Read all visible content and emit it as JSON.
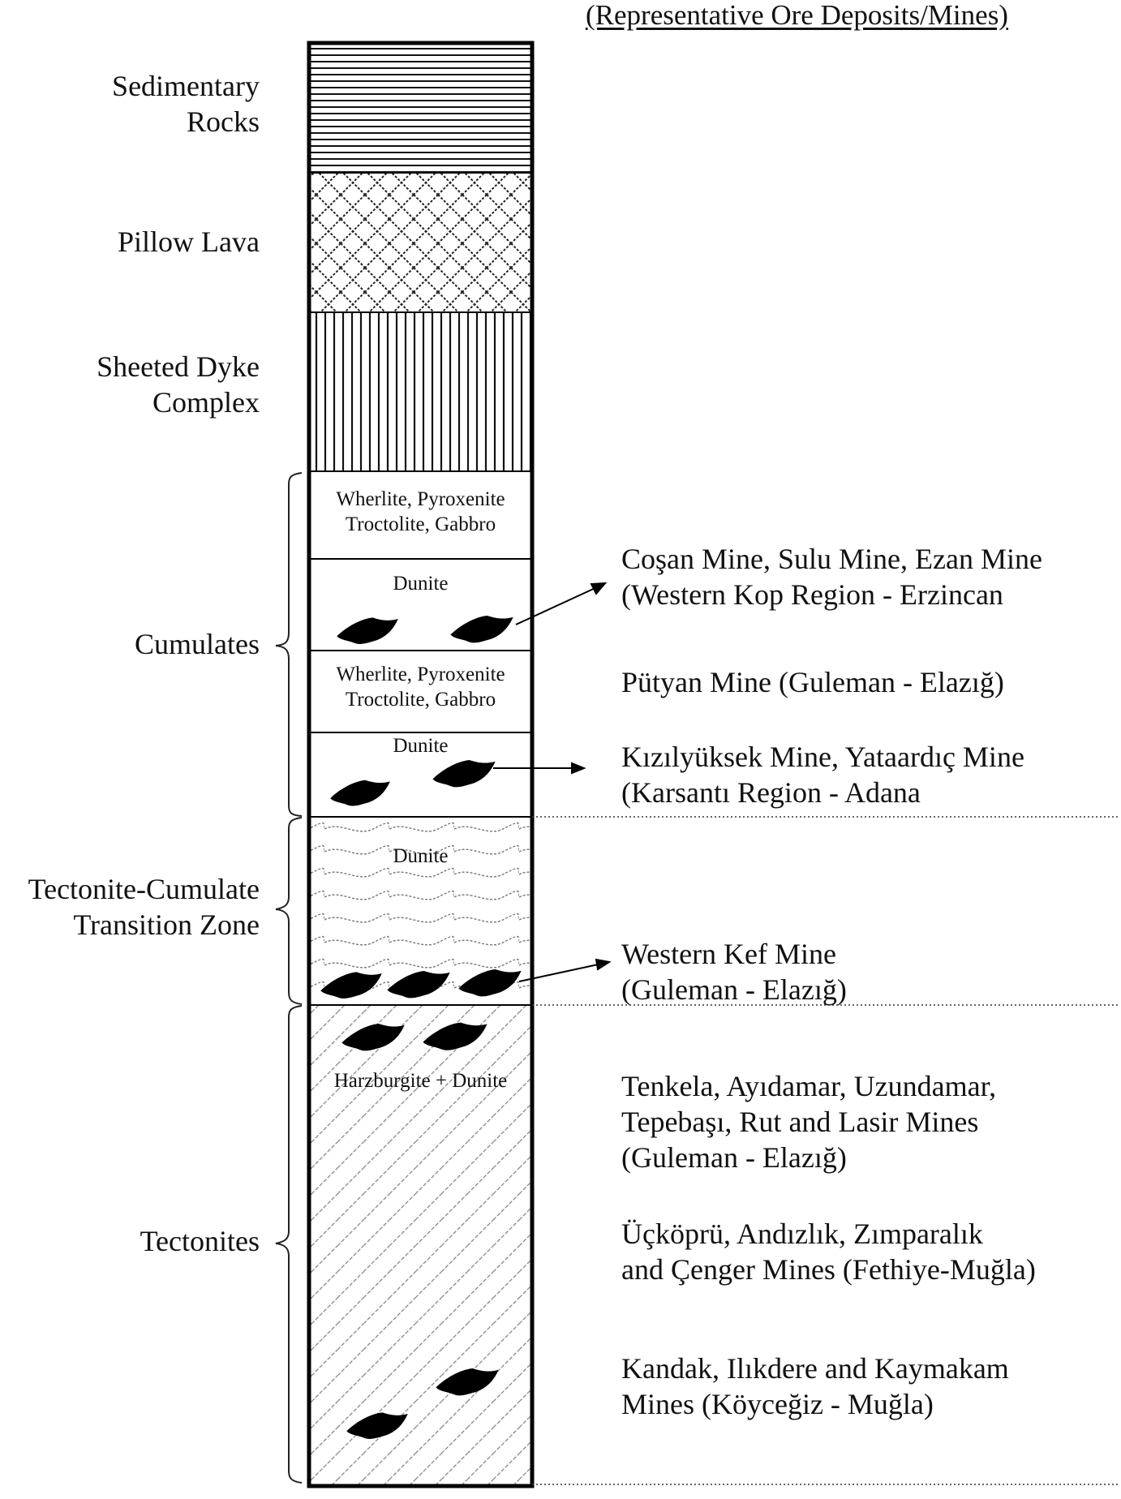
{
  "header": "(Representative Ore Deposits/Mines)",
  "left_labels": {
    "sedimentary": [
      "Sedimentary",
      "Rocks"
    ],
    "pillow_lava": "Pillow Lava",
    "sheeted_dyke": [
      "Sheeted Dyke",
      "Complex"
    ],
    "cumulates": "Cumulates",
    "transition": [
      "Tectonite-Cumulate",
      "Transition Zone"
    ],
    "tectonites": "Tectonites"
  },
  "column_labels": {
    "wherlite_1": [
      "Wherlite, Pyroxenite",
      "Troctolite, Gabbro"
    ],
    "dunite_1": "Dunite",
    "wherlite_2": [
      "Wherlite, Pyroxenite",
      "Troctolite, Gabbro"
    ],
    "dunite_2": "Dunite",
    "dunite_3": "Dunite",
    "harzburgite": "Harzburgite + Dunite"
  },
  "mines": {
    "cosan": [
      "Coşan Mine, Sulu Mine, Ezan Mine",
      "(Western Kop Region - Erzincan"
    ],
    "putyan": "Pütyan Mine (Guleman - Elazığ)",
    "kiziluksek": [
      "Kızılyüksek Mine, Yataardıç Mine",
      "(Karsantı Region - Adana"
    ],
    "western_kef": [
      "Western Kef Mine",
      "(Guleman - Elazığ)"
    ],
    "tenkela": [
      "Tenkela, Ayıdamar, Uzundamar,",
      "Tepebaşı, Rut and Lasir Mines",
      "(Guleman - Elazığ)"
    ],
    "uckopru": [
      "Üçköprü, Andızlık, Zımparalık",
      "and Çenger Mines (Fethiye-Muğla)"
    ],
    "kandak": [
      "Kandak, Ilıkdere and Kaymakam",
      "Mines (Köyceğiz - Muğla)"
    ]
  }
}
